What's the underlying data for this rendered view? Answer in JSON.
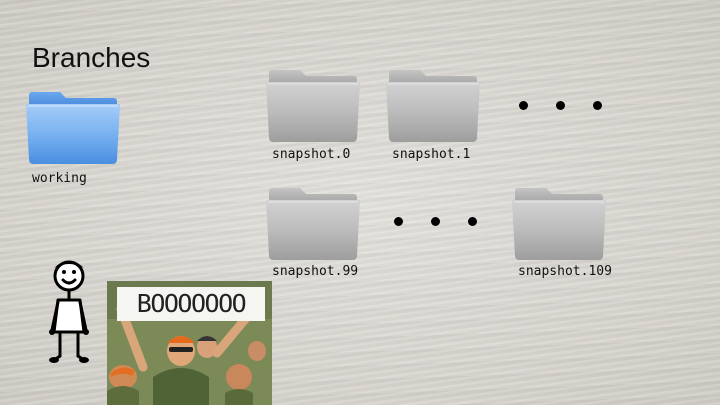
{
  "slide": {
    "title": "Branches"
  },
  "folders": [
    {
      "label": "working",
      "color": "blue"
    },
    {
      "label": "snapshot.0",
      "color": "gray"
    },
    {
      "label": "snapshot.1",
      "color": "gray"
    },
    {
      "label": "snapshot.99",
      "color": "gray"
    },
    {
      "label": "snapshot.109",
      "color": "gray"
    }
  ],
  "icons": {
    "folder_blue": "folder-icon",
    "folder_gray": "folder-icon",
    "ellipsis": "ellipsis-icon",
    "figure": "stick-figure-icon"
  },
  "photo": {
    "sign_text": "BOOOOOOO"
  },
  "colors": {
    "folder_blue": "#5c9de8",
    "folder_gray": "#b9b9b9",
    "text": "#111111"
  }
}
